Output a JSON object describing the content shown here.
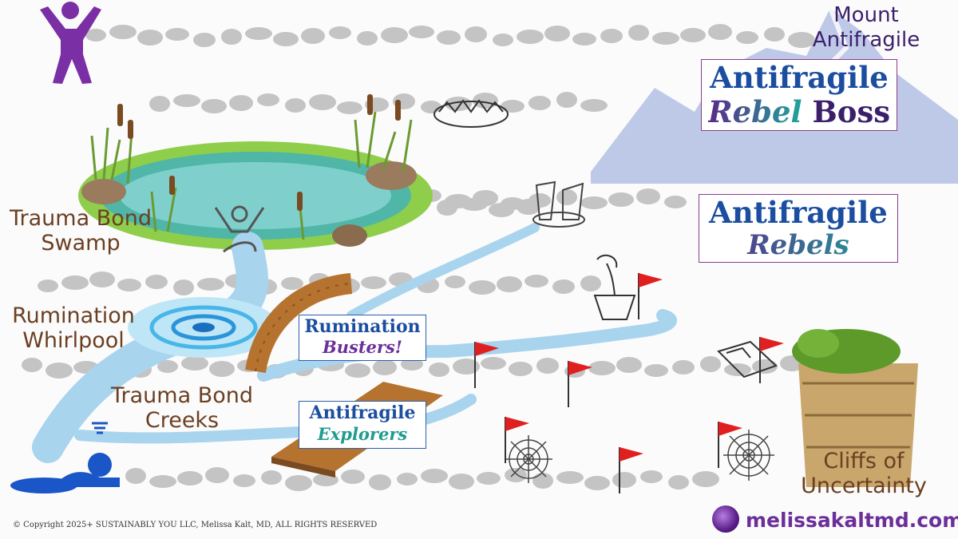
{
  "map": {
    "summit": {
      "line1": "Mount",
      "line2": "Antifragile"
    },
    "places": {
      "swamp": {
        "line1": "Trauma Bond",
        "line2": "Swamp"
      },
      "whirlpool": {
        "line1": "Rumination",
        "line2": "Whirlpool"
      },
      "creeks": {
        "line1": "Trauma Bond",
        "line2": "Creeks"
      },
      "cliffs": {
        "line1": "Cliffs of",
        "line2": "Uncertainty"
      }
    },
    "levels": {
      "rebel_boss": {
        "line1": "Antifragile",
        "rebel": "Rebel",
        "boss": "Boss"
      },
      "rebels": {
        "line1": "Antifragile",
        "line2": "Rebels"
      },
      "busters": {
        "line1": "Rumination",
        "line2": "Busters!"
      },
      "explorers": {
        "line1": "Antifragile",
        "line2": "Explorers"
      }
    },
    "icons": [
      "victory-figure-icon",
      "bear-trap-icon",
      "sinking-figure-icon",
      "stuck-boots-icon",
      "venus-flytrap-icon",
      "mousetrap-icon",
      "spiderweb-icon",
      "red-flag-icon",
      "drowning-figure-icon",
      "brand-orb-icon"
    ]
  },
  "footer": {
    "copyright": "© Copyright 2025+ SUSTAINABLY YOU LLC, Melissa Kalt, MD, ALL RIGHTS RESERVED",
    "website": "melissakaltmd.com"
  },
  "colors": {
    "path_stones": "#c4c4c4",
    "water": "#a9d4ee",
    "brand_purple": "#6b2f9a",
    "label_brown": "#6b3f22",
    "flag_red": "#e02020"
  }
}
